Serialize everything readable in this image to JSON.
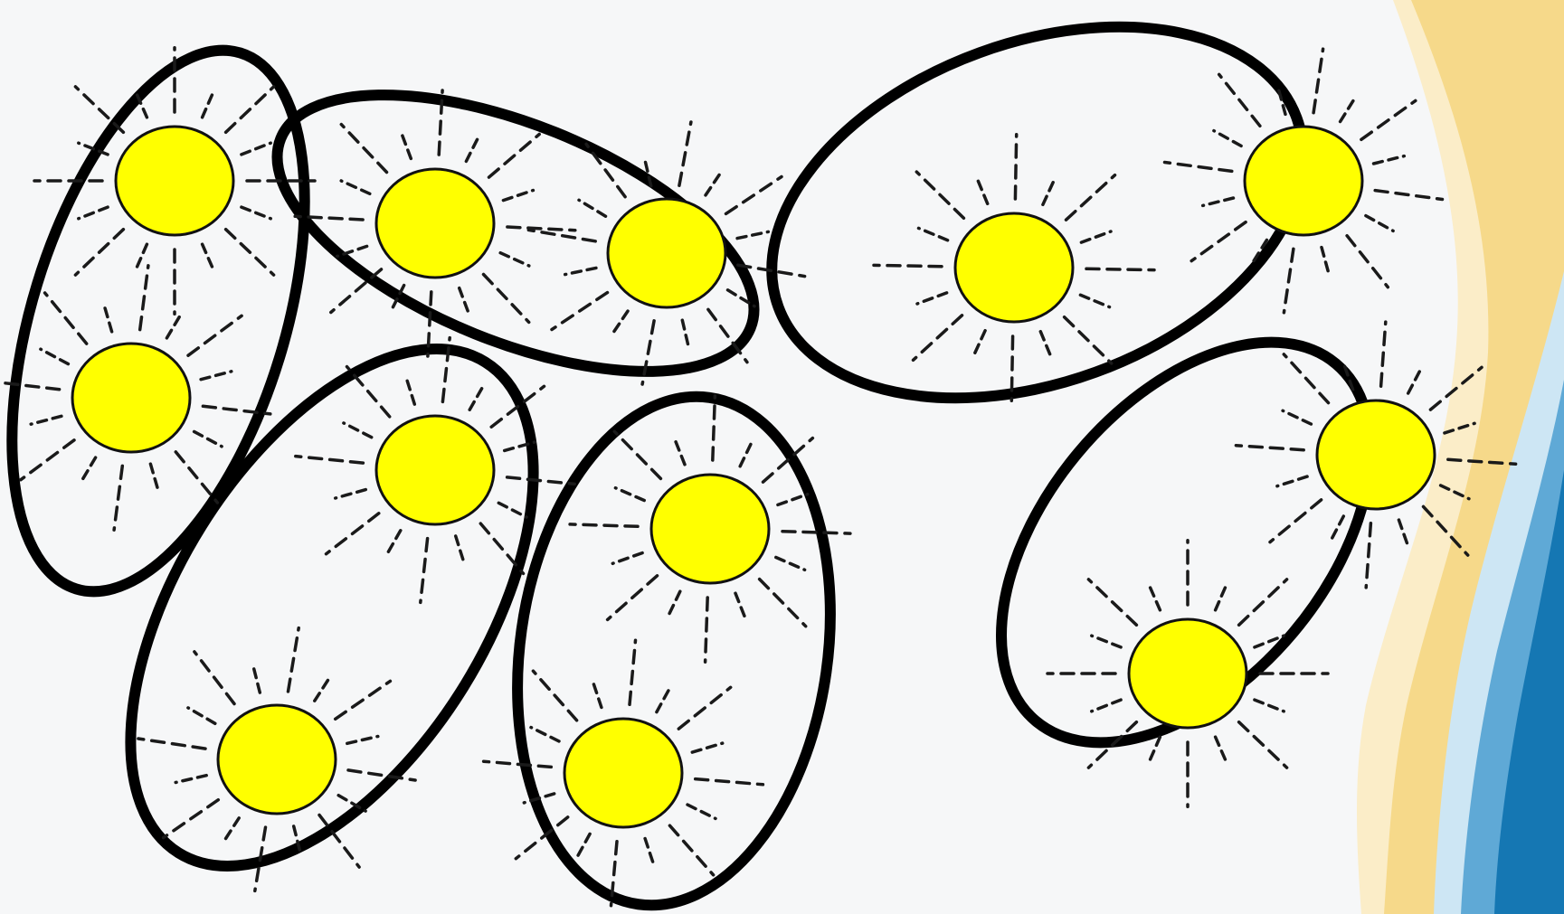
{
  "diagram": {
    "background_color": "#f6f7f8",
    "sun_fill_color": "#ffff00",
    "sun_outline_color": "#111111",
    "ray_color": "#1a1a1a",
    "ellipse_stroke_color": "#000000",
    "wave_colors": {
      "sand": "#f6d98a",
      "pale_sand": "#fbedc8",
      "light_blue": "#cde6f4",
      "mid_blue": "#5fa9d6",
      "deep_blue": "#1577b3"
    },
    "groups": [
      {
        "id": "group-1",
        "sun_count": 2
      },
      {
        "id": "group-2",
        "sun_count": 2
      },
      {
        "id": "group-3",
        "sun_count": 2
      },
      {
        "id": "group-4",
        "sun_count": 2
      },
      {
        "id": "group-5",
        "sun_count": 2
      },
      {
        "id": "group-6",
        "sun_count": 2
      }
    ],
    "total_suns": 12
  }
}
